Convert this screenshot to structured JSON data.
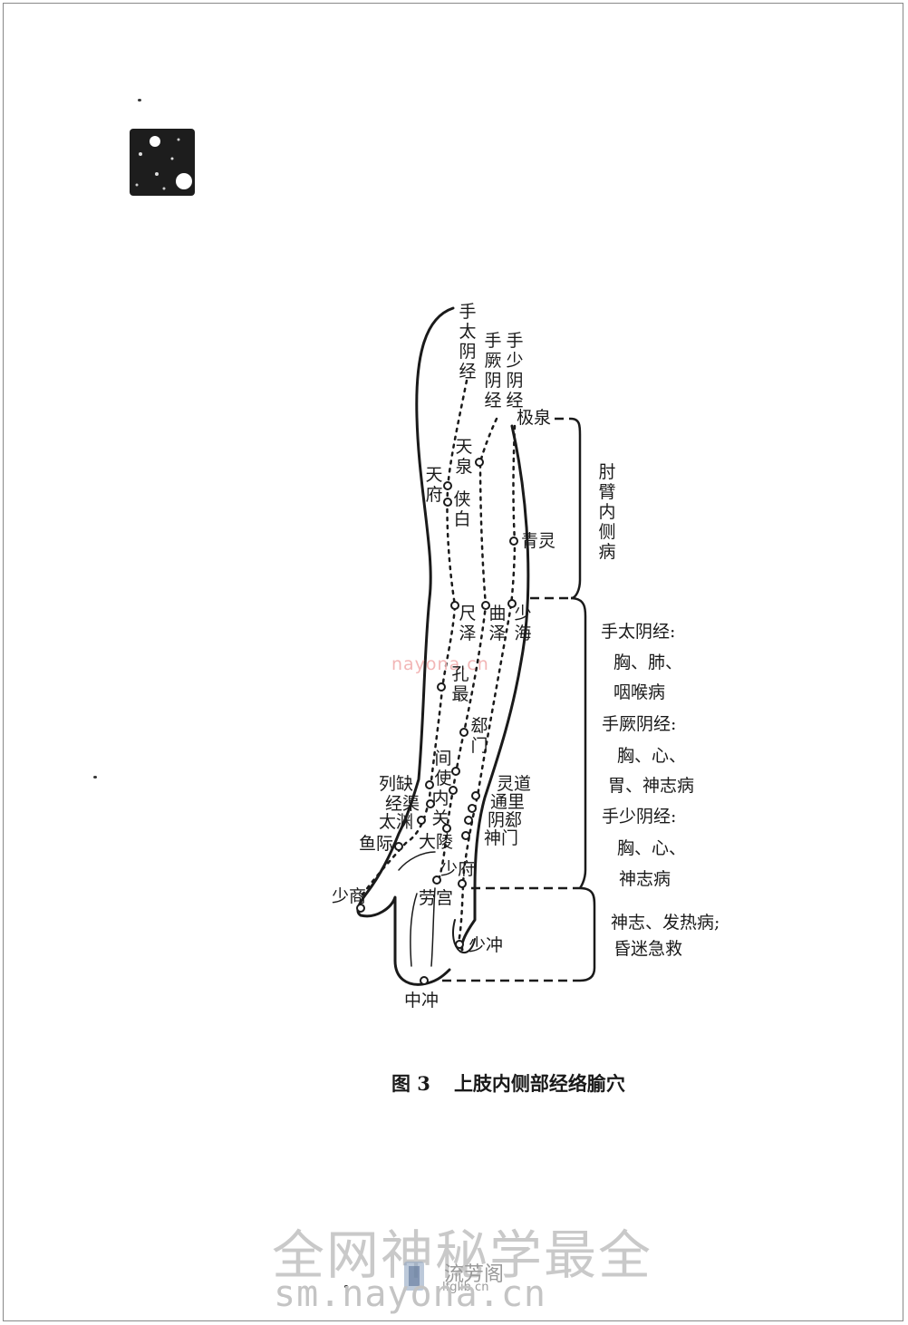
{
  "meridians": {
    "lung": "手太阴经",
    "pericardium": "手厥阴经",
    "heart": "手少阴经"
  },
  "points": {
    "jiquan": "极泉",
    "tianquan": "天泉",
    "tianfu": "天府",
    "xiabai": "侠白",
    "qingling": "青灵",
    "chize": "尺泽",
    "quze": "曲泽",
    "shaohai": "少海",
    "kongzui": "孔最",
    "ximen": "郄门",
    "jianshi": "间使",
    "lingdao": "灵道",
    "lieque": "列缺",
    "neiguan": "内关",
    "tongli": "通里",
    "jingqu": "经渠",
    "yinxi": "阴郄",
    "taiyuan": "太渊",
    "shenmen": "神门",
    "yuji": "鱼际",
    "daling": "大陵",
    "shaofu": "少府",
    "shaoshang": "少商",
    "laogong": "劳宫",
    "shaochong": "少冲",
    "zhongchong": "中冲"
  },
  "indications": {
    "upper_arm": "肘臂内侧病",
    "lung_title": "手太阴经:",
    "lung_1": "胸、肺、",
    "lung_2": "咽喉病",
    "pc_title": "手厥阴经:",
    "pc_1": "胸、心、",
    "pc_2": "胃、神志病",
    "ht_title": "手少阴经:",
    "ht_1": "胸、心、",
    "ht_2": "神志病",
    "tips_1": "神志、发热病;",
    "tips_2": "昏迷急救"
  },
  "caption": {
    "number": "图 3",
    "title": "上肢内侧部经络腧穴"
  },
  "watermark": {
    "slogan": "全网神秘学最全",
    "url": "sm.nayona.cn",
    "badge_name": "流芳阁",
    "badge_url": "lfglib.cn",
    "center": "nayona.cn"
  }
}
